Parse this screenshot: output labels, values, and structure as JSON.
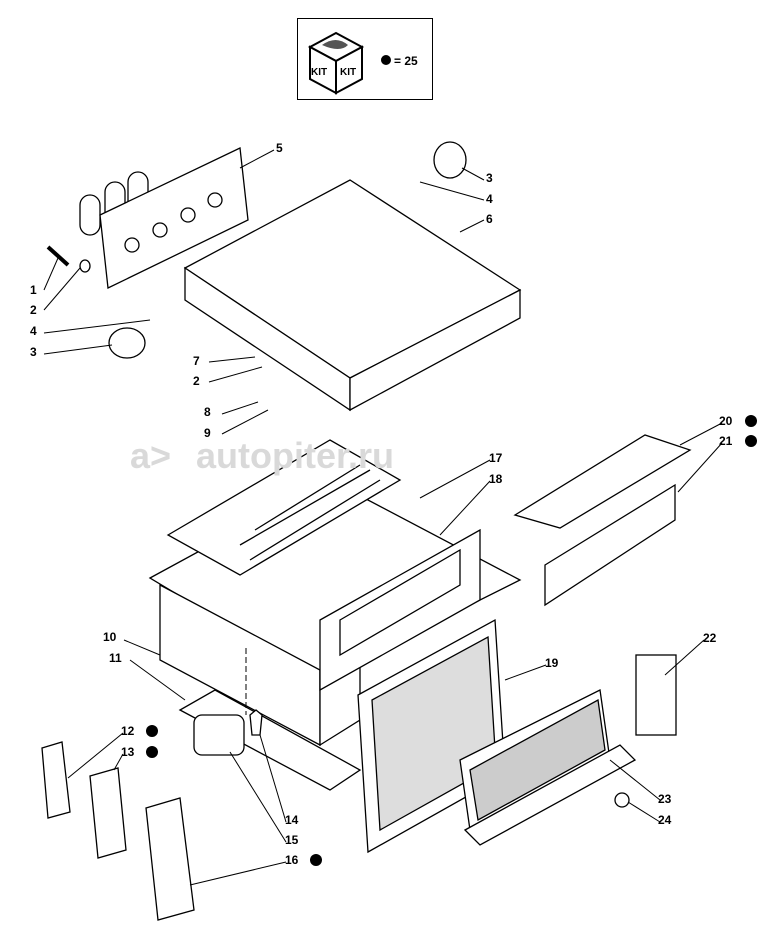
{
  "kit_legend": {
    "icon_text_left": "KIT",
    "icon_text_right": "KIT",
    "equals": "= 25"
  },
  "watermark": "autopiter.ru",
  "callouts": [
    "5",
    "3",
    "4",
    "6",
    "1",
    "2",
    "4",
    "3",
    "7",
    "2",
    "8",
    "9",
    "17",
    "18",
    "20",
    "21",
    "10",
    "11",
    "22",
    "19",
    "12",
    "13",
    "14",
    "15",
    "16",
    "23",
    "24"
  ],
  "kit_marked_items": [
    "20",
    "21",
    "12",
    "13",
    "16"
  ]
}
